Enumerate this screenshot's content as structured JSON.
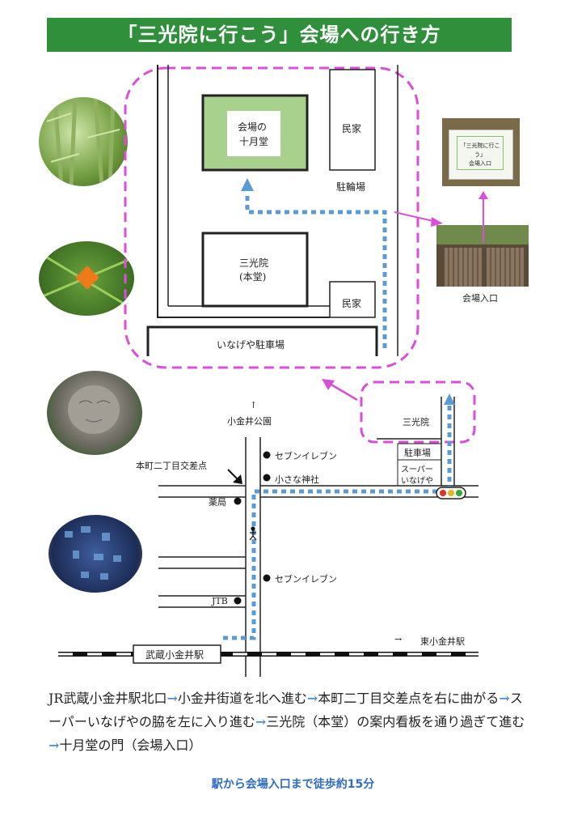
{
  "title": "「三光院に行こう」会場への行き方",
  "detail_map": {
    "venue": [
      "会場の",
      "十月堂"
    ],
    "minka_top": "民家",
    "churinjo": "駐輪場",
    "sankoin_hondo": [
      "三光院",
      "(本堂)"
    ],
    "minka_bottom": "民家",
    "parking": "いなげや駐車場"
  },
  "entrance": {
    "sign_text": [
      "「三光院に行こう」",
      "会場入口"
    ],
    "caption": "会場入口"
  },
  "area_map": {
    "park": "小金井公園",
    "park_arrow": "↑",
    "intersection": "本町二丁目交差点",
    "seven1": "セブンイレブン",
    "shrine": "小さな神社",
    "pharmacy": "薬局",
    "seven2": "セブンイレブン",
    "jtb": "JTB",
    "station": "武蔵小金井駅",
    "east_station": "東小金井駅",
    "east_arrow": "→",
    "sankoin": "三光院",
    "parking2": "駐車場",
    "super": [
      "スーパー",
      "いなげや"
    ]
  },
  "directions": [
    {
      "text": "JR武蔵小金井駅北口",
      "arrow": false
    },
    {
      "text": "→",
      "arrow": true
    },
    {
      "text": "小金井街道を北へ進む",
      "arrow": false
    },
    {
      "text": "→",
      "arrow": true
    },
    {
      "text": "本町二丁目交差点を右に曲がる",
      "arrow": false
    },
    {
      "text": "→",
      "arrow": true
    },
    {
      "text": "スーパーいなげやの脇を左に入り進む",
      "arrow": false
    },
    {
      "text": "→",
      "arrow": true
    },
    {
      "text": "三光院（本堂）の案内看板を通り過ぎて進む",
      "arrow": false
    },
    {
      "text": "→",
      "arrow": true
    },
    {
      "text": "十月堂の門（会場入口）",
      "arrow": false
    }
  ],
  "footer": "駅から会場入口まで徒歩約15分",
  "colors": {
    "banner": "#2f8f3a",
    "route": "#5b9bd5",
    "magenta": "#d94fd9",
    "venue_fill": "#a9d18e",
    "footer": "#2f6cc2"
  }
}
